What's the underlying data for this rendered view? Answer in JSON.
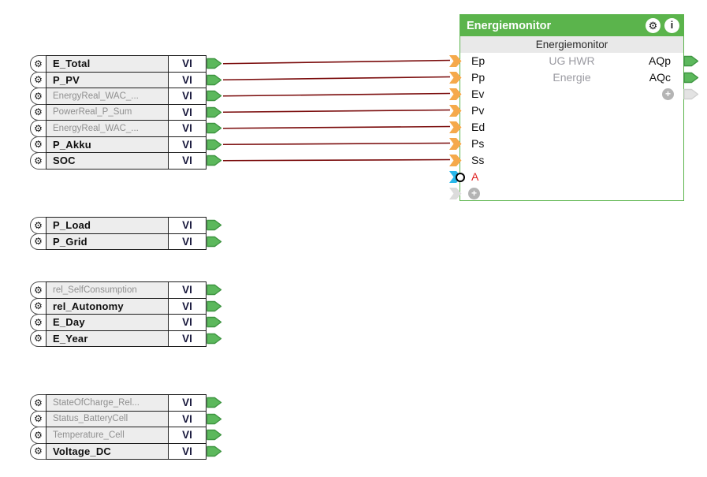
{
  "vi_label": "VI",
  "icons": {
    "gear": "⚙",
    "info": "i",
    "plus": "+"
  },
  "colors": {
    "block_green": "#5bb44c",
    "connector_green": "#5cb85c",
    "connector_green_border": "#3d9440",
    "connector_orange": "#f5a94b",
    "connector_cyan": "#29b8ea",
    "connector_gray": "#dcdcdc",
    "wire": "#7a0b0b",
    "alert_red": "#e02020"
  },
  "function_block": {
    "title": "Energiemonitor",
    "subtitle": "Energiemonitor",
    "description": [
      "UG HWR",
      "Energie"
    ],
    "inputs": [
      {
        "label": "Ep",
        "state": "connected"
      },
      {
        "label": "Pp",
        "state": "connected"
      },
      {
        "label": "Ev",
        "state": "connected"
      },
      {
        "label": "Pv",
        "state": "connected"
      },
      {
        "label": "Ed",
        "state": "connected"
      },
      {
        "label": "Ps",
        "state": "connected"
      },
      {
        "label": "Ss",
        "state": "connected"
      },
      {
        "label": "A",
        "state": "selected",
        "color": "red"
      }
    ],
    "outputs": [
      {
        "label": "AQp"
      },
      {
        "label": "AQc"
      }
    ],
    "add_input_label": "+",
    "add_output_label": "+"
  },
  "io_groups": [
    {
      "rows": [
        {
          "label": "E_Total",
          "emphasis": true
        },
        {
          "label": "P_PV",
          "emphasis": true
        },
        {
          "label": "EnergyReal_WAC_...",
          "emphasis": false
        },
        {
          "label": "PowerReal_P_Sum",
          "emphasis": false
        },
        {
          "label": "EnergyReal_WAC_...",
          "emphasis": false
        },
        {
          "label": "P_Akku",
          "emphasis": true
        },
        {
          "label": "SOC",
          "emphasis": true
        }
      ]
    },
    {
      "rows": [
        {
          "label": "P_Load",
          "emphasis": true
        },
        {
          "label": "P_Grid",
          "emphasis": true
        }
      ]
    },
    {
      "rows": [
        {
          "label": "rel_SelfConsumption",
          "emphasis": false
        },
        {
          "label": "rel_Autonomy",
          "emphasis": true
        },
        {
          "label": "E_Day",
          "emphasis": true
        },
        {
          "label": "E_Year",
          "emphasis": true
        }
      ]
    },
    {
      "rows": [
        {
          "label": "StateOfCharge_Rel...",
          "emphasis": false
        },
        {
          "label": "Status_BatteryCell",
          "emphasis": false
        },
        {
          "label": "Temperature_Cell",
          "emphasis": false
        },
        {
          "label": "Voltage_DC",
          "emphasis": true
        }
      ]
    }
  ],
  "connections": [
    [
      0,
      0
    ],
    [
      1,
      1
    ],
    [
      2,
      2
    ],
    [
      3,
      3
    ],
    [
      4,
      4
    ],
    [
      5,
      5
    ],
    [
      6,
      6
    ]
  ]
}
